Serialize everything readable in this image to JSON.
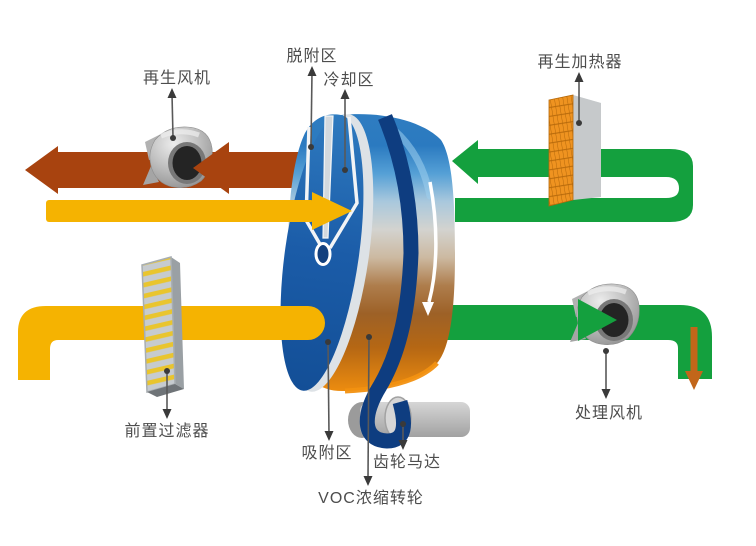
{
  "labels": {
    "regen_fan": "再生风机",
    "desorption_zone": "脱附区",
    "cooling_zone": "冷却区",
    "regen_heater": "再生加热器",
    "prefilter": "前置过滤器",
    "adsorption_zone": "吸附区",
    "voc_rotor": "VOC浓缩转轮",
    "gear_motor": "齿轮马达",
    "process_fan": "处理风机"
  },
  "colors": {
    "duct_yellow": "#F5B301",
    "duct_green": "#14A03E",
    "duct_brown": "#A8430F",
    "exhaust_orange": "#C2661A",
    "rotor_face_blue": "#1B60AE",
    "belt_navy": "#0E3D80",
    "heater_orange": "#EF9320",
    "metal_gray": "#A8A8A8",
    "label_text": "#4D4D4D"
  }
}
